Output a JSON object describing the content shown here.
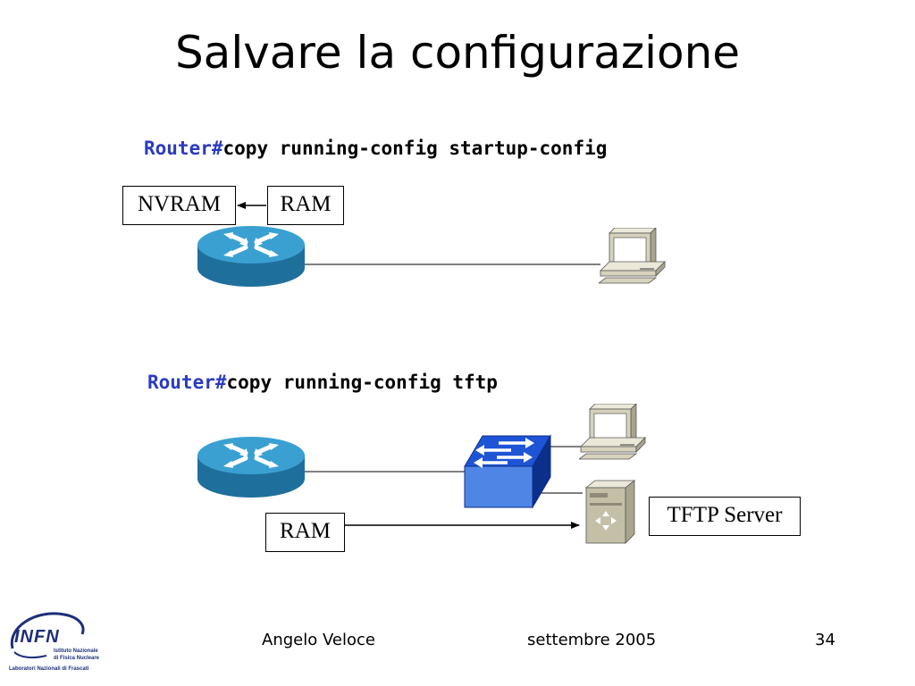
{
  "slide": {
    "title": "Salvare la configurazione",
    "command1": {
      "prompt": "Router#",
      "command": "copy running-config startup-config"
    },
    "command2": {
      "prompt": "Router#",
      "command": "copy running-config tftp"
    },
    "labels": {
      "nvram": "NVRAM",
      "ram_top": "RAM",
      "ram_bottom": "RAM",
      "tftp_server": "TFTP Server"
    }
  },
  "footer": {
    "author": "Angelo Veloce",
    "date": "settembre 2005",
    "page": "34"
  },
  "logo": {
    "name": "INFN",
    "line1": "Istituto Nazionale",
    "line2": "di Fisica Nucleare",
    "line3": "Laboratori Nazionali di Frascati"
  },
  "icons": [
    "router-icon",
    "workstation-icon",
    "switch-icon",
    "server-icon"
  ],
  "colors": {
    "prompt": "#2a3bc2",
    "router": "#2f8fc1",
    "switch": "#2255cc",
    "device_beige": "#d6d2bc"
  }
}
